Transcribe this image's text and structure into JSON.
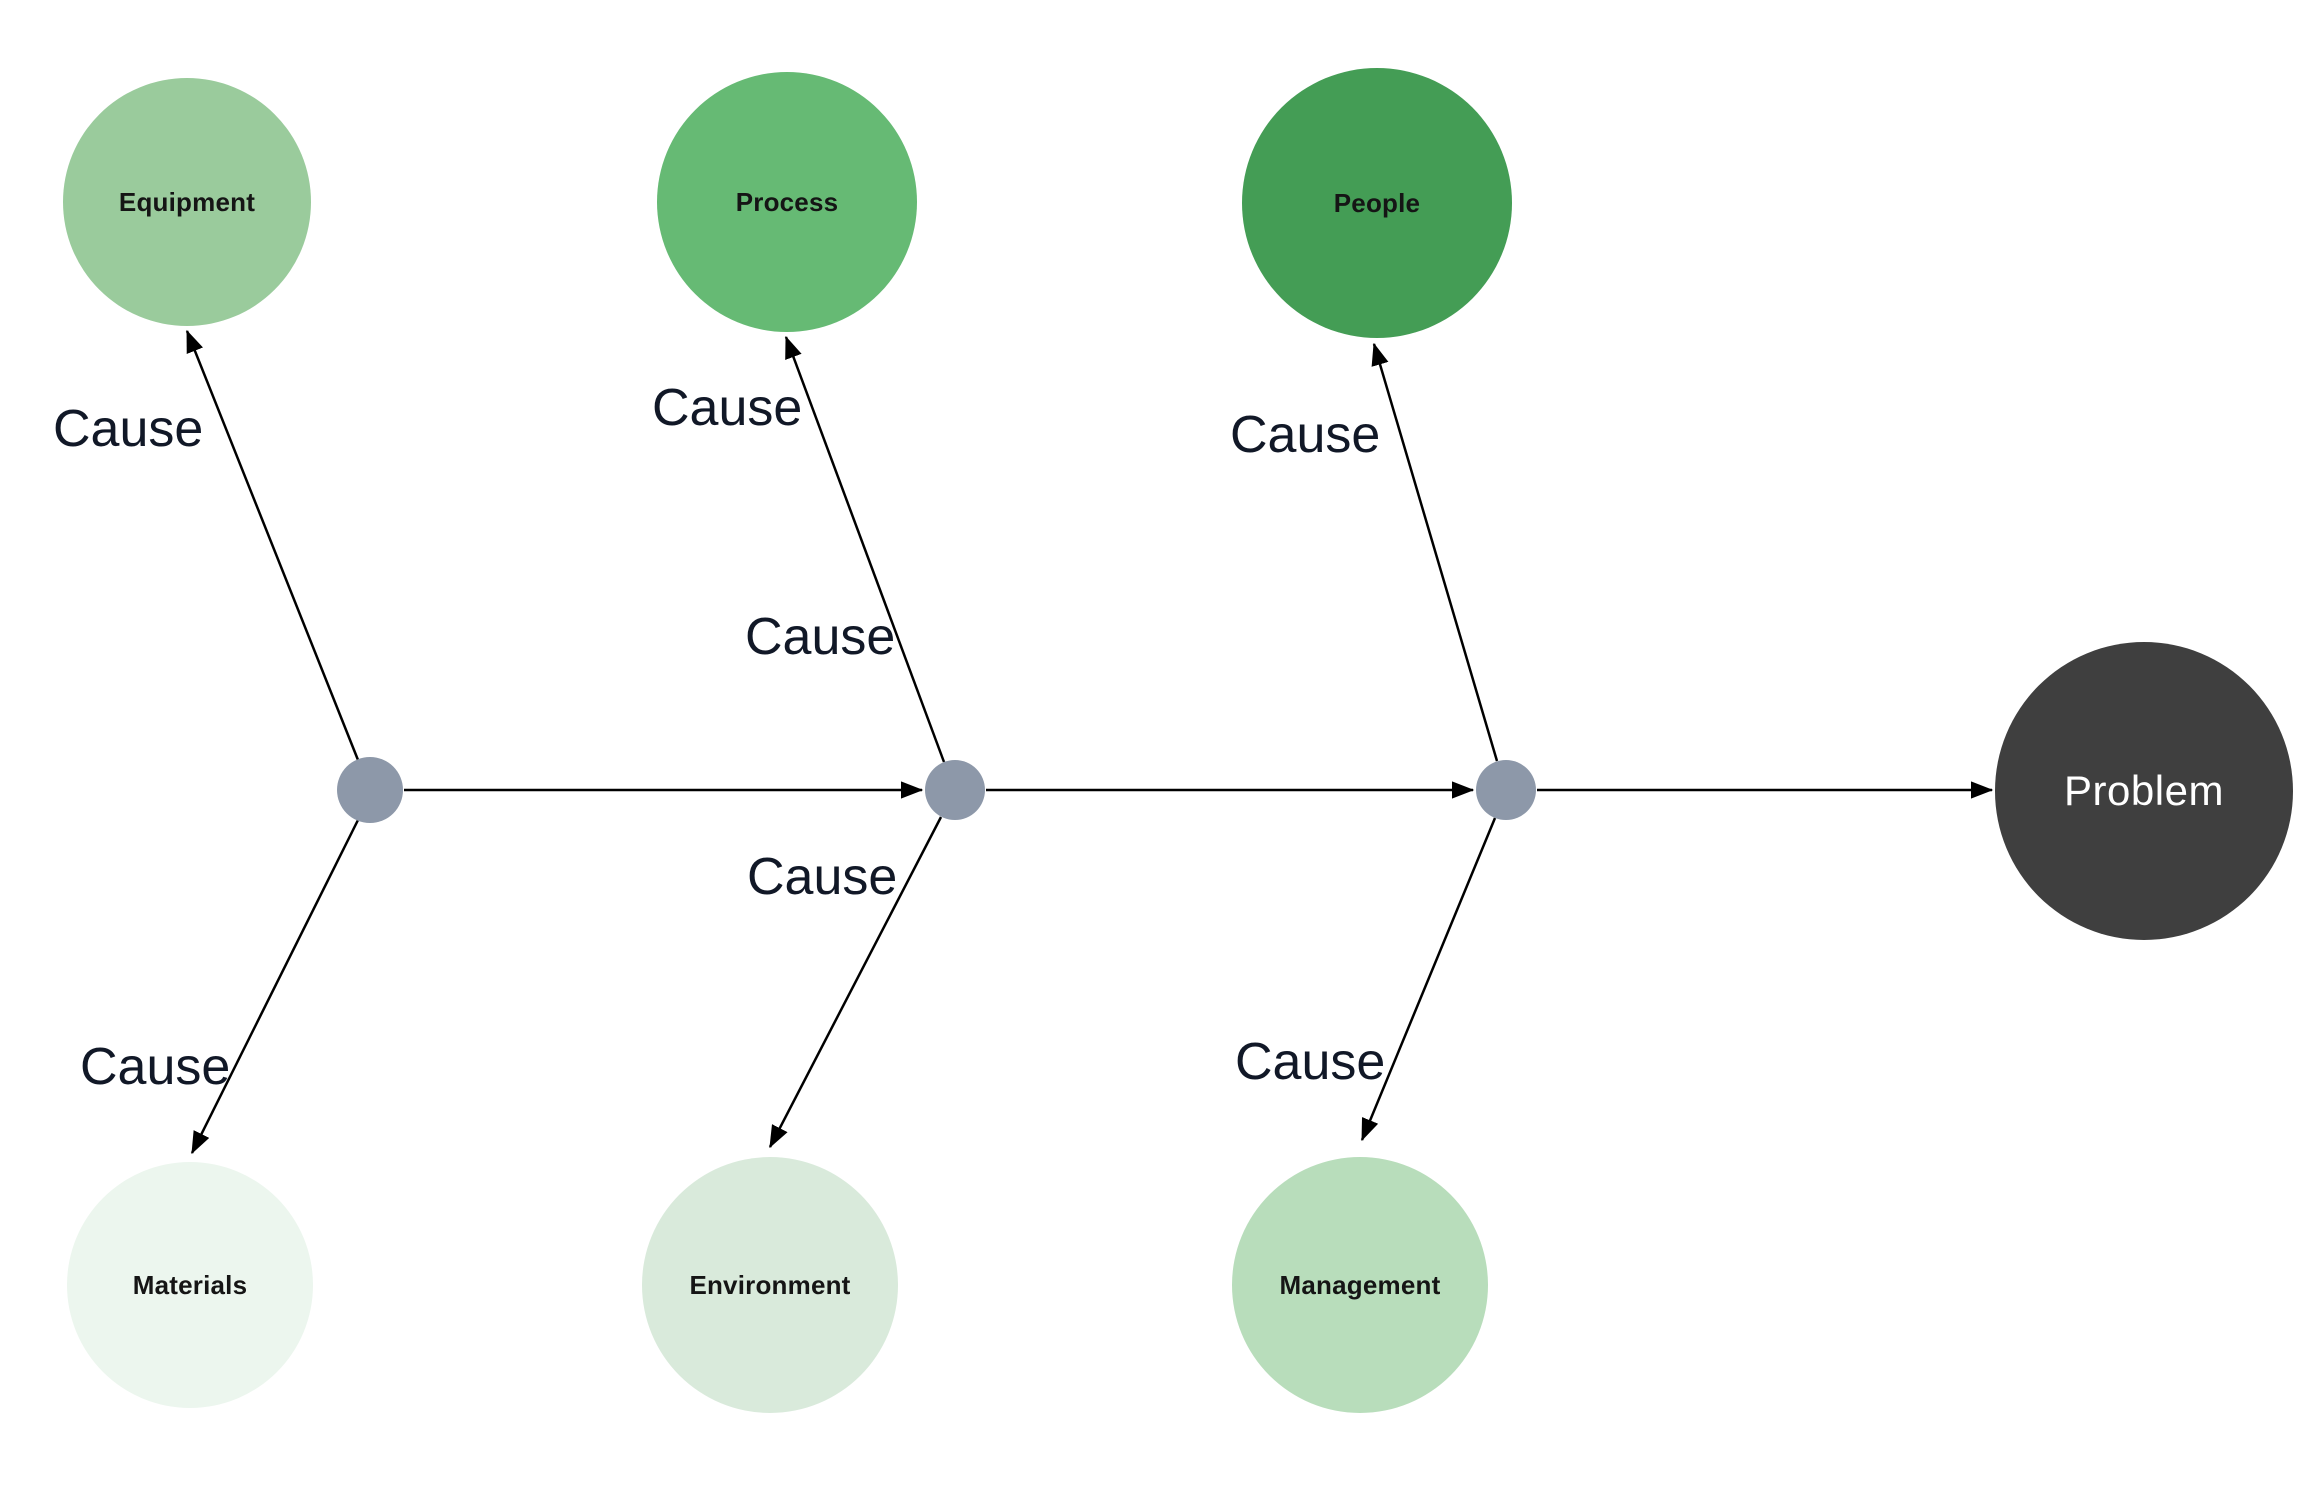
{
  "diagram": {
    "kind": "fishbone-cause-effect",
    "background": "#FFFFFF",
    "line_color": "#000000",
    "text_color": "#111827",
    "category_label_color": "#151515",
    "spine_node_color": "#8D98A9",
    "problem_node": {
      "label": "Problem",
      "color": "#3F3F3F",
      "text_color": "#FFFFFF"
    },
    "category_nodes": [
      {
        "label": "Equipment",
        "color": "#9ACB9C",
        "row": "top"
      },
      {
        "label": "Process",
        "color": "#66BA74",
        "row": "top"
      },
      {
        "label": "People",
        "color": "#449D55",
        "row": "top"
      },
      {
        "label": "Materials",
        "color": "#ECF6EE",
        "row": "bottom"
      },
      {
        "label": "Environment",
        "color": "#D9EADB",
        "row": "bottom"
      },
      {
        "label": "Management",
        "color": "#B8DDBB",
        "row": "bottom"
      }
    ],
    "cause_labels": [
      {
        "branch": "equipment",
        "label": "Cause"
      },
      {
        "branch": "process-upper",
        "label": "Cause"
      },
      {
        "branch": "people",
        "label": "Cause"
      },
      {
        "branch": "process-lower",
        "label": "Cause"
      },
      {
        "branch": "environment",
        "label": "Cause"
      },
      {
        "branch": "materials",
        "label": "Cause"
      },
      {
        "branch": "management",
        "label": "Cause"
      }
    ]
  }
}
